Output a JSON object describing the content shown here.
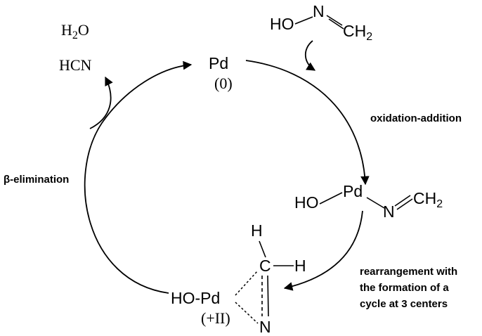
{
  "products": {
    "water": {
      "main": "H",
      "sub": "2",
      "tail": "O"
    },
    "hcn": "HCN"
  },
  "catalyst": {
    "metal": "Pd",
    "state": "(0)"
  },
  "reactant": {
    "ho": "HO",
    "n": "N",
    "ch": "CH",
    "ch_sub": "2"
  },
  "steps": {
    "oxidative_addition": "oxidation-addition",
    "beta_elimination": "β-elimination",
    "rearrangement": [
      "rearrangement with",
      "the formation of a",
      "cycle at 3 centers"
    ]
  },
  "intermediate1": {
    "ho": "HO",
    "pd": "Pd",
    "n": "N",
    "ch": "CH",
    "ch_sub": "2"
  },
  "intermediate2": {
    "ho_pd": "HO-Pd",
    "state": "(+II)",
    "h_top": "H",
    "c": "C",
    "h_right": "H",
    "n": "N"
  }
}
